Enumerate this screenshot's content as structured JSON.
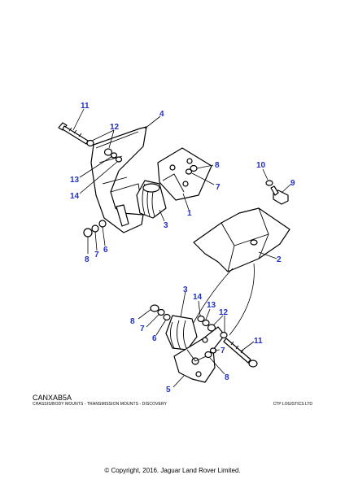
{
  "diagram": {
    "code": "CANXAB5A",
    "subtitle": "CHASSIS/BODY MOUNTS - TRANSMISSION MOUNTS - DISCOVERY",
    "publisher": "CTP LOGISTICS LTD",
    "copyright": "© Copyright, 2016. Jaguar Land Rover Limited."
  },
  "callouts": {
    "c11_top": "11",
    "c12_top": "12",
    "c4": "4",
    "c13_top": "13",
    "c14_top": "14",
    "c8_top": "8",
    "c7_top": "7",
    "c1": "1",
    "c3_top": "3",
    "c10": "10",
    "c9": "9",
    "c8_left": "8",
    "c7_left": "7",
    "c6_left": "6",
    "c2": "2",
    "c3_bot": "3",
    "c14_bot": "14",
    "c13_bot": "13",
    "c12_bot": "12",
    "c8_bl": "8",
    "c7_bl": "7",
    "c6_bl": "6",
    "c11_bot": "11",
    "c7_br": "7",
    "c8_br": "8",
    "c5": "5"
  },
  "colors": {
    "callout": "#1f2fc8",
    "line": "#000000",
    "background": "#ffffff"
  }
}
